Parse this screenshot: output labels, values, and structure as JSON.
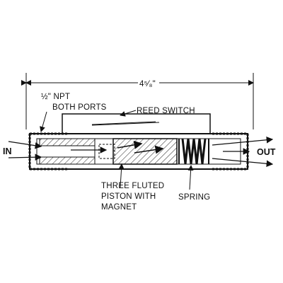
{
  "diagram": {
    "dimension_label": "4⁵⁄₈\"",
    "ports_label_line1": "½\" NPT",
    "ports_label_line2": "BOTH PORTS",
    "reed_switch_label": "REED SWITCH",
    "inlet_label": "IN",
    "outlet_label": "OUT",
    "piston_label_line1": "THREE FLUTED",
    "piston_label_line2": "PISTON WITH",
    "piston_label_line3": "MAGNET",
    "spring_label": "SPRING"
  }
}
